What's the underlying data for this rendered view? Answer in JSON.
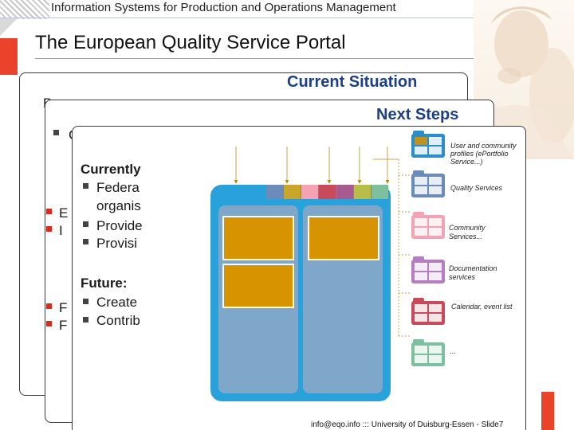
{
  "header": {
    "title": "Information Systems for Production and Operations Management",
    "portal_title": "The European Quality Service Portal"
  },
  "panels": {
    "current_situation": {
      "title": "Current  Situation",
      "fragment": "B"
    },
    "next_steps": {
      "title": "Next Steps",
      "fragments": [
        "C",
        "E",
        "I",
        "F",
        "F"
      ]
    },
    "inner": {
      "currently_label": "Currently",
      "items": [
        "Federa",
        "organis",
        "Provide",
        "Provisi"
      ],
      "future_label": "Future:",
      "future_items": [
        "Create",
        "Contrib"
      ]
    }
  },
  "diagram": {
    "services": [
      {
        "label": "User and community profiles (ePortfolio Service...)",
        "color": "#2a8fc9"
      },
      {
        "label": "Quality Services",
        "color": "#6b8bb8"
      },
      {
        "label": "Community Services...",
        "color": "#f4a3b4"
      },
      {
        "label": "Documentation services",
        "color": "#b57ec1"
      },
      {
        "label": "Calendar, event list",
        "color": "#c94a5a"
      },
      {
        "label": "...",
        "color": "#7ebf9f"
      }
    ],
    "tab_colors": [
      "#6b8bb8",
      "#c9a52a",
      "#f4a3b4",
      "#c94a5a",
      "#a65a8f",
      "#b8bd4a",
      "#7ebf9f"
    ],
    "main_color": "#29a2dc",
    "slot_color": "#d89300"
  },
  "footer": {
    "text": "info@eqo.info ::: University of Duisburg-Essen - Slide7"
  }
}
